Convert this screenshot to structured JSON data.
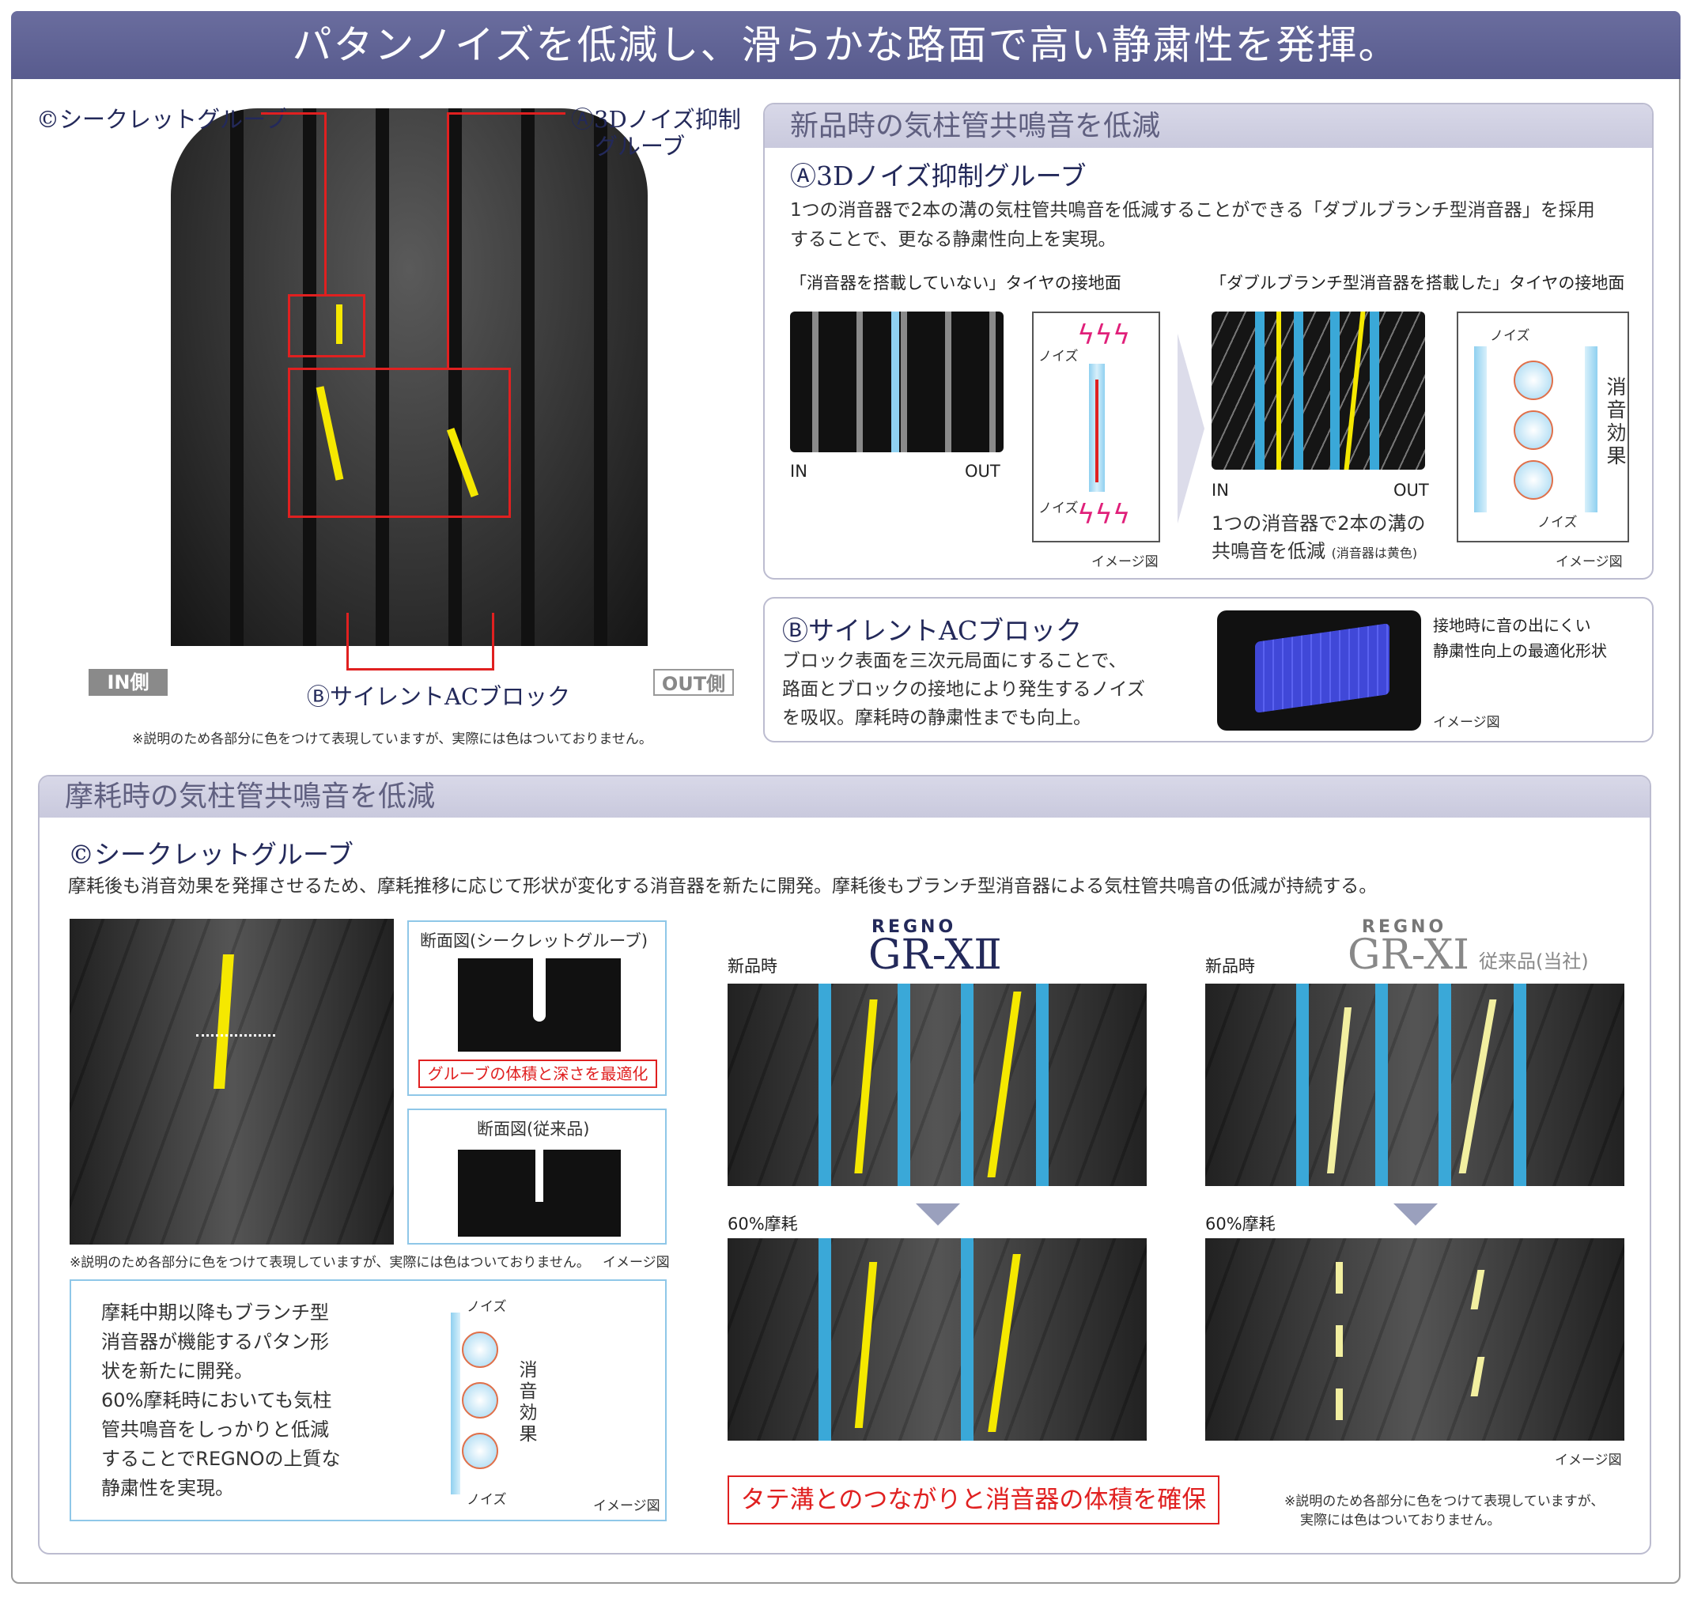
{
  "banner": {
    "title": "パタンノイズを低減し、滑らかな路面で高い静粛性を発揮。"
  },
  "tire": {
    "label_c": "©シークレットグルーブ",
    "label_a_line1": "Ⓐ3Dノイズ抑制",
    "label_a_line2": "グルーブ",
    "label_b": "ⒷサイレントACブロック",
    "in_badge": "IN側",
    "out_badge": "OUT側",
    "note": "※説明のため各部分に色をつけて表現していますが、実際には色はついておりません。"
  },
  "panel_a": {
    "header": "新品時の気柱管共鳴音を低減",
    "title": "Ⓐ3Dノイズ抑制グルーブ",
    "desc_line1": "1つの消音器で2本の溝の気柱管共鳴音を低減することができる「ダブルブランチ型消音器」を採用",
    "desc_line2": "することで、更なる静粛性向上を実現。",
    "left_caption": "「消音器を搭載していない」タイヤの接地面",
    "right_caption": "「ダブルブランチ型消音器を搭載した」タイヤの接地面",
    "in": "IN",
    "out": "OUT",
    "noise": "ノイズ",
    "effect": "消音効果",
    "effect_line1": "1つの消音器で2本の溝の",
    "effect_line2": "共鳴音を低減",
    "effect_small": "(消音器は黄色)",
    "image_label": "イメージ図"
  },
  "panel_b": {
    "title": "ⒷサイレントACブロック",
    "desc_line1": "ブロック表面を三次元局面にすることで、",
    "desc_line2": "路面とブロックの接地により発生するノイズ",
    "desc_line3": "を吸収。摩耗時の静粛性までも向上。",
    "side_line1": "接地時に音の出にくい",
    "side_line2": "静粛性向上の最適化形状",
    "image_label": "イメージ図"
  },
  "panel_c": {
    "header": "摩耗時の気柱管共鳴音を低減",
    "title": "©シークレットグルーブ",
    "desc": "摩耗後も消音効果を発揮させるため、摩耗推移に応じて形状が変化する消音器を新たに開発。摩耗後もブランチ型消音器による気柱管共鳴音の低減が持続する。",
    "section_secret": "断面図(シークレットグルーブ)",
    "optimize": "グルーブの体積と深さを最適化",
    "section_old": "断面図(従来品)",
    "note": "※説明のため各部分に色をつけて表現していますが、実際には色はついておりません。",
    "image_label": "イメージ図",
    "callout_lines": [
      "摩耗中期以降もブランチ型",
      "消音器が機能するパタン形",
      "状を新たに開発。",
      "60%摩耗時においても気柱",
      "管共鳴音をしっかりと低減",
      "することでREGNOの上質な",
      "静粛性を実現。"
    ],
    "noise": "ノイズ",
    "effect": "消音効果",
    "brand": "REGNO",
    "model_new": "GR-XⅡ",
    "model_old": "GR-XI",
    "model_old_note": "従来品(当社)",
    "new_label": "新品時",
    "worn_label": "60%摩耗",
    "highlight": "タテ溝とのつながりと消音器の体積を確保",
    "note2_line1": "※説明のため各部分に色をつけて表現していますが、",
    "note2_line2": "実際には色はついておりません。"
  }
}
